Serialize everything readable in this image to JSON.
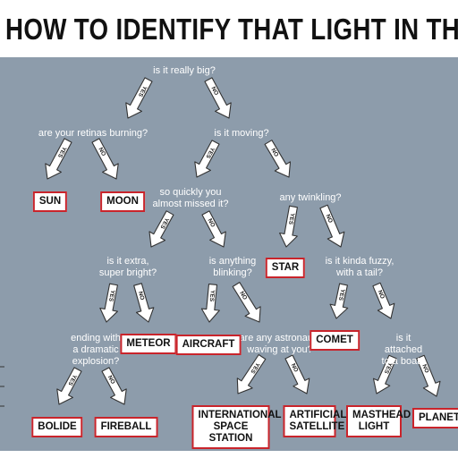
{
  "title": "HOW TO IDENTIFY THAT LIGHT IN THE SKY",
  "yes_label": "YES",
  "no_label": "NO",
  "questions": {
    "big": "is it really big?",
    "retinas": "are your retinas burning?",
    "moving": "is it moving?",
    "quickly": "so quickly you\nalmost missed it?",
    "twinkling": "any twinkling?",
    "bright": "is it extra,\nsuper bright?",
    "blinking": "is anything\nblinking?",
    "fuzzy": "is it kinda fuzzy,\nwith a tail?",
    "explosion": "ending with\na dramatic\nexplosion?",
    "astronauts": "are any astronauts\nwaving at you?",
    "boat": "is it attached\nto a boat?"
  },
  "answers": {
    "sun": "SUN",
    "moon": "MOON",
    "star": "STAR",
    "meteor": "METEOR",
    "aircraft": "AIRCRAFT",
    "comet": "COMET",
    "bolide": "BOLIDE",
    "fireball": "FIREBALL",
    "iss": "INTERNATIONAL\nSPACE STATION",
    "satellite": "ARTIFICIAL\nSATELLITE",
    "masthead": "MASTHEAD\nLIGHT",
    "planet": "PLANET"
  },
  "colors": {
    "background": "#8d9cab",
    "box_border": "#c9242b",
    "arrow_fill": "#ffffff"
  }
}
